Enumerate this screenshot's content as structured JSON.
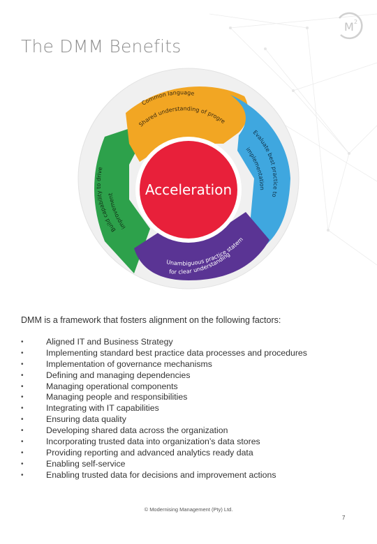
{
  "title": "The DMM Benefits",
  "logo": {
    "text": "M",
    "superscript": "2"
  },
  "cycle": {
    "center_label": "Acceleration",
    "segments": [
      {
        "name": "orange",
        "color": "#f2a623",
        "line1": "Common language",
        "line2": "Shared understanding of progress"
      },
      {
        "name": "blue",
        "color": "#3fa7df",
        "line1": "Evaluate best practice to drive",
        "line2": "implementation"
      },
      {
        "name": "purple",
        "color": "#5a3494",
        "line1": "Unambiguous practice statements",
        "line2": "for clear understanding"
      },
      {
        "name": "green",
        "color": "#2da14b",
        "line1": "Build capability to drive",
        "line2": "improvement"
      }
    ],
    "core_color": "#e8203a"
  },
  "intro": "DMM is a framework that fosters alignment on the following factors:",
  "bullet_char": "•",
  "factors": [
    "Aligned IT and Business Strategy",
    "Implementing standard best practice data processes and procedures",
    "Implementation of governance mechanisms",
    "Defining and managing dependencies",
    "Managing operational components",
    "Managing people and responsibilities",
    "Integrating with IT capabilities",
    "Ensuring data quality",
    "Developing shared data across the organization",
    "Incorporating trusted data into organization’s data stores",
    "Providing reporting and advanced analytics ready data",
    "Enabling self-service",
    "Enabling trusted data for decisions and improvement actions"
  ],
  "footer": "© Modernising Management (Pty) Ltd.",
  "page_number": "7"
}
